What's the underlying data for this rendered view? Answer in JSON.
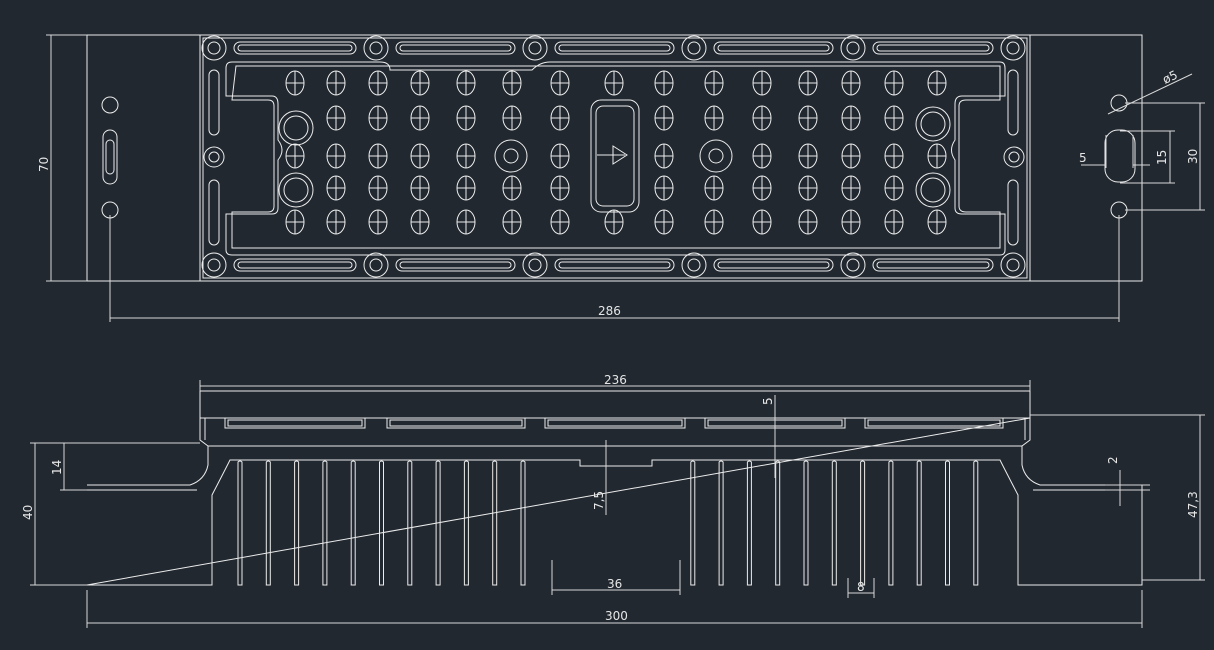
{
  "colors": {
    "background": "#212830",
    "line": "#ececec",
    "dim": "#d8d8d8"
  },
  "dimensions": {
    "height_70": "70",
    "width_286": "286",
    "dia_5": "ø5",
    "slot_w_5": "5",
    "slot_h_15": "15",
    "pitch_30": "30",
    "width_236": "236",
    "plate_5": "5",
    "step_14": "14",
    "height_40": "40",
    "gap_7_5": "7,5",
    "width_36": "36",
    "fin_8": "8",
    "width_300": "300",
    "thick_2": "2",
    "height_47_3": "47,3"
  }
}
